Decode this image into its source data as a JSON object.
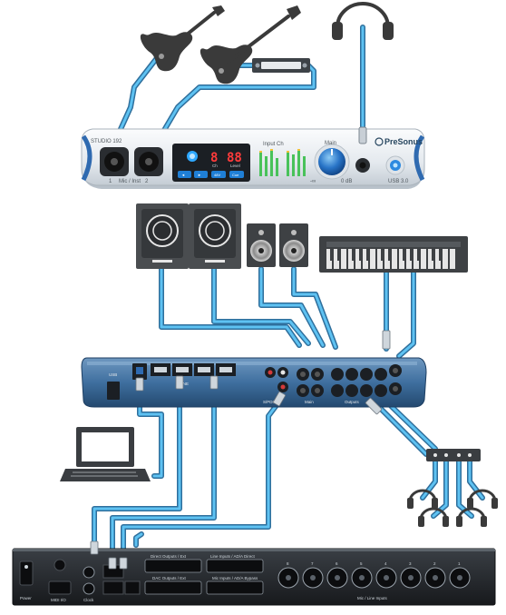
{
  "interface": {
    "model_label": "STUDIO 192",
    "input_labels": [
      "1",
      "Mic / Inst",
      "2"
    ],
    "brand": "PreSonus",
    "display": {
      "digit_left": "8",
      "digit_right": "88",
      "readout_labels": [
        "Ch",
        "Level"
      ],
      "buttons": [
        "◄",
        "►",
        "48V",
        "Cue"
      ]
    },
    "meter_label": "Input Ch",
    "knob_label": "Main",
    "knob_scale": [
      "-∞",
      "0 dB"
    ],
    "usb_label": "USB 3.0"
  },
  "monitor_controller": {
    "port_labels": [
      "USB",
      "LINE"
    ],
    "section_labels": [
      "S/PDIF",
      "Main",
      "Outputs"
    ]
  },
  "rack": {
    "left_labels": [
      "Power",
      "MIDI I/O",
      "Clock"
    ],
    "db25_labels": [
      "Direct Outputs / Ext",
      "Line Inputs / AD/A Direct",
      "DAC Outputs / Ext",
      "Mic Inputs / AD/A Bypass"
    ],
    "xlr_numbers": [
      "8",
      "7",
      "6",
      "5",
      "4",
      "3",
      "2",
      "1"
    ],
    "mic_line_label": "Mic / Line Inputs"
  }
}
